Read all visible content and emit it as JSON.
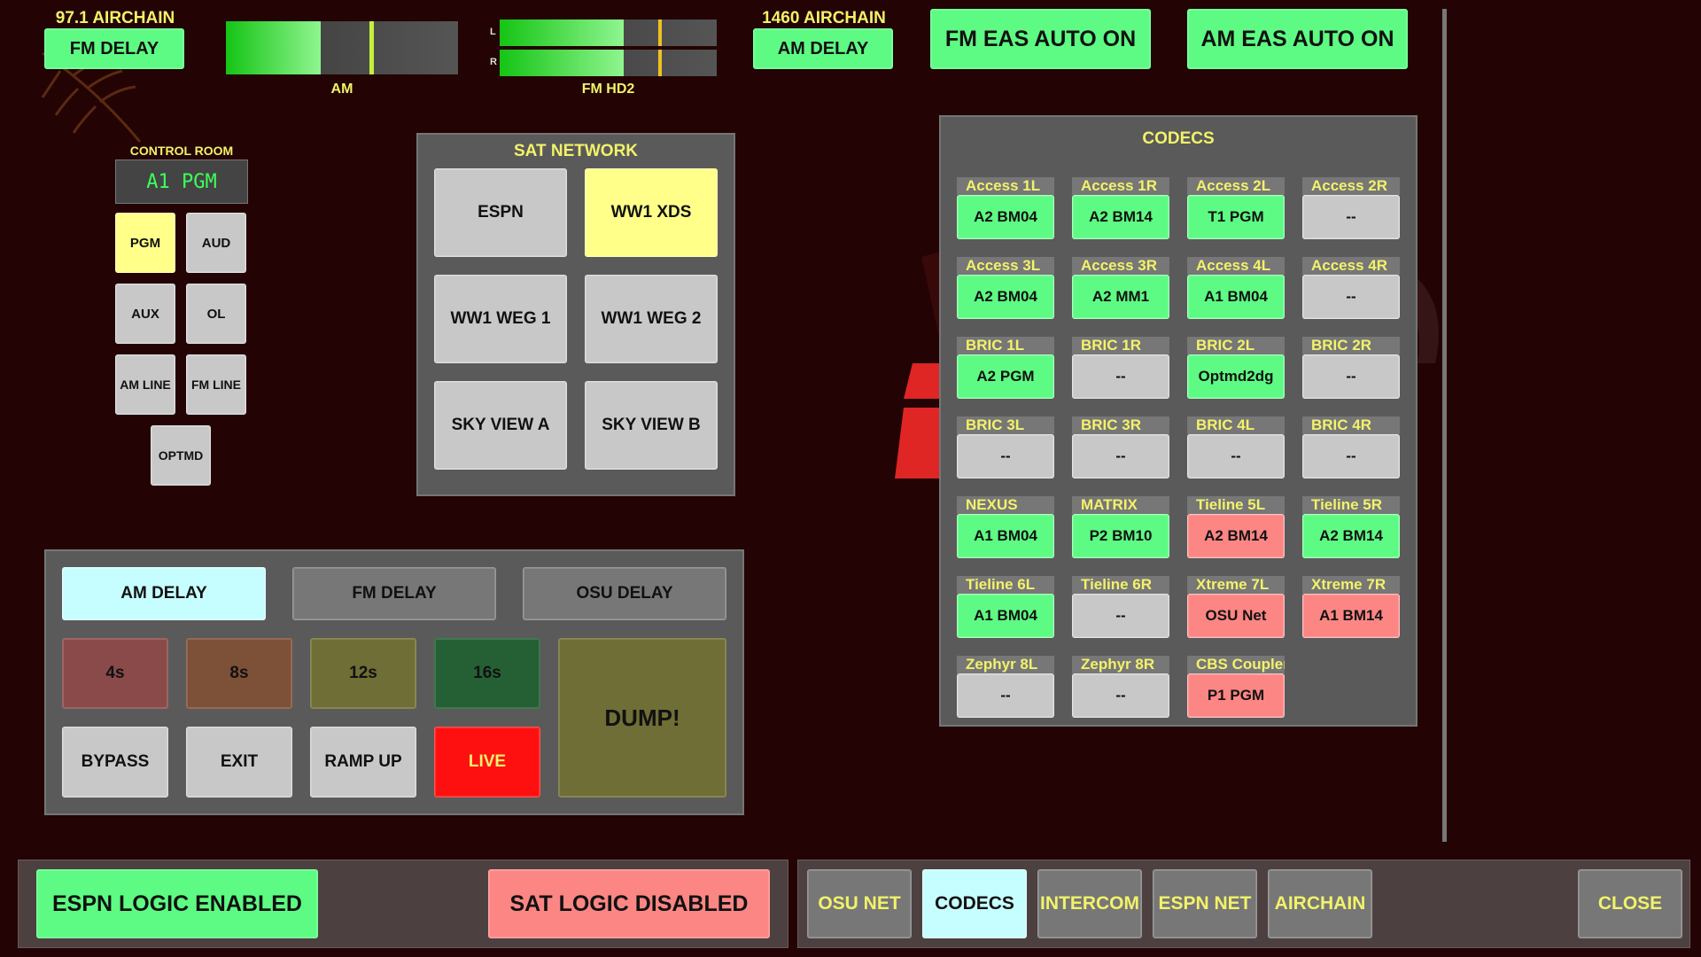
{
  "top": {
    "fm_chain_label": "97.1 AIRCHAIN",
    "fm_delay_btn": "FM DELAY",
    "am_meter_label": "AM",
    "fmhd2_meter_label": "FM HD2",
    "meter_l": "L",
    "meter_r": "R",
    "am_chain_label": "1460 AIRCHAIN",
    "am_delay_btn": "AM DELAY",
    "fm_eas_btn": "FM EAS AUTO ON",
    "am_eas_btn": "AM EAS AUTO ON"
  },
  "meters": {
    "am_level": 0.41,
    "am_peak": 0.62,
    "fmhd2_l_level": 0.57,
    "fmhd2_l_peak": 0.73,
    "fmhd2_r_level": 0.57,
    "fmhd2_r_peak": 0.73
  },
  "control_room": {
    "label": "CONTROL ROOM",
    "display": "A1 PGM",
    "buttons": {
      "pgm": "PGM",
      "aud": "AUD",
      "aux": "AUX",
      "ol": "OL",
      "am_line": "AM LINE",
      "fm_line": "FM LINE",
      "optmd": "OPTMD"
    }
  },
  "sat_network": {
    "title": "SAT NETWORK",
    "buttons": {
      "espn": "ESPN",
      "ww1_xds": "WW1 XDS",
      "ww1_weg1": "WW1 WEG 1",
      "ww1_weg2": "WW1 WEG 2",
      "sky_view_a": "SKY VIEW A",
      "sky_view_b": "SKY VIEW B"
    }
  },
  "delay": {
    "am_delay": "AM DELAY",
    "fm_delay": "FM DELAY",
    "osu_delay": "OSU DELAY",
    "t4": "4s",
    "t8": "8s",
    "t12": "12s",
    "t16": "16s",
    "dump": "DUMP!",
    "bypass": "BYPASS",
    "exit": "EXIT",
    "ramp_up": "RAMP UP",
    "live": "LIVE"
  },
  "codecs": {
    "title": "CODECS",
    "items": [
      {
        "name": "Access 1L",
        "value": "A2 BM04",
        "color": "#5dfb83"
      },
      {
        "name": "Access 1R",
        "value": "A2 BM14",
        "color": "#5dfb83"
      },
      {
        "name": "Access 2L",
        "value": "T1 PGM",
        "color": "#5dfb83"
      },
      {
        "name": "Access 2R",
        "value": "--",
        "color": "#c8c8c8"
      },
      {
        "name": "Access 3L",
        "value": "A2 BM04",
        "color": "#5dfb83"
      },
      {
        "name": "Access 3R",
        "value": "A2 MM1",
        "color": "#5dfb83"
      },
      {
        "name": "Access 4L",
        "value": "A1 BM04",
        "color": "#5dfb83"
      },
      {
        "name": "Access 4R",
        "value": "--",
        "color": "#c8c8c8"
      },
      {
        "name": "BRIC 1L",
        "value": "A2 PGM",
        "color": "#5dfb83"
      },
      {
        "name": "BRIC 1R",
        "value": "--",
        "color": "#c8c8c8"
      },
      {
        "name": "BRIC 2L",
        "value": "Optmd2dg",
        "color": "#5dfb83"
      },
      {
        "name": "BRIC 2R",
        "value": "--",
        "color": "#c8c8c8"
      },
      {
        "name": "BRIC 3L",
        "value": "--",
        "color": "#c8c8c8"
      },
      {
        "name": "BRIC 3R",
        "value": "--",
        "color": "#c8c8c8"
      },
      {
        "name": "BRIC 4L",
        "value": "--",
        "color": "#c8c8c8"
      },
      {
        "name": "BRIC 4R",
        "value": "--",
        "color": "#c8c8c8"
      },
      {
        "name": "NEXUS",
        "value": "A1 BM04",
        "color": "#5dfb83"
      },
      {
        "name": "MATRIX",
        "value": "P2 BM10",
        "color": "#5dfb83"
      },
      {
        "name": "Tieline 5L",
        "value": "A2 BM14",
        "color": "#fc8684"
      },
      {
        "name": "Tieline 5R",
        "value": "A2 BM14",
        "color": "#5dfb83"
      },
      {
        "name": "Tieline 6L",
        "value": "A1 BM04",
        "color": "#5dfb83"
      },
      {
        "name": "Tieline 6R",
        "value": "--",
        "color": "#c8c8c8"
      },
      {
        "name": "Xtreme 7L",
        "value": "OSU Net",
        "color": "#fc8684"
      },
      {
        "name": "Xtreme 7R",
        "value": "A1 BM14",
        "color": "#fc8684"
      },
      {
        "name": "Zephyr 8L",
        "value": "--",
        "color": "#c8c8c8"
      },
      {
        "name": "Zephyr 8R",
        "value": "--",
        "color": "#c8c8c8"
      },
      {
        "name": "CBS Coupler",
        "value": "P1 PGM",
        "color": "#fc8684"
      }
    ]
  },
  "bottom": {
    "espn_logic": "ESPN LOGIC ENABLED",
    "sat_logic": "SAT LOGIC DISABLED",
    "tabs": {
      "osu_net": "OSU NET",
      "codecs": "CODECS",
      "intercom": "INTERCOM",
      "espn_net": "ESPN NET",
      "airchain": "AIRCHAIN",
      "close": "CLOSE"
    }
  }
}
